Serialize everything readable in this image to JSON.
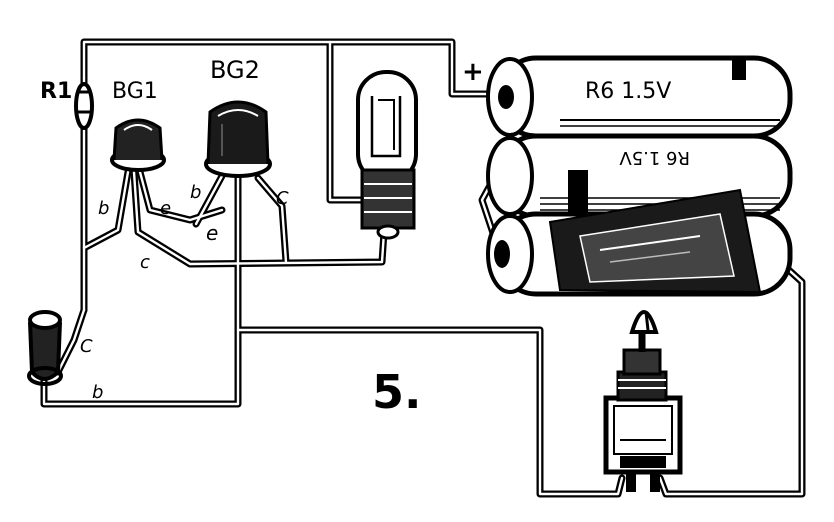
{
  "figure_number": "5.",
  "components": {
    "resistor": "R1",
    "transistor1": "BG1",
    "transistor2": "BG2",
    "battery_plus": "+",
    "battery_top_label": "R6 1.5V",
    "battery_mid_label": "R6 1.5V"
  },
  "pins": {
    "bg1_b": "b",
    "bg1_e": "e",
    "bg1_c": "c",
    "bg2_b": "b",
    "bg2_e": "e",
    "bg2_c": "C",
    "cap_c": "C",
    "cap_b": "b"
  }
}
